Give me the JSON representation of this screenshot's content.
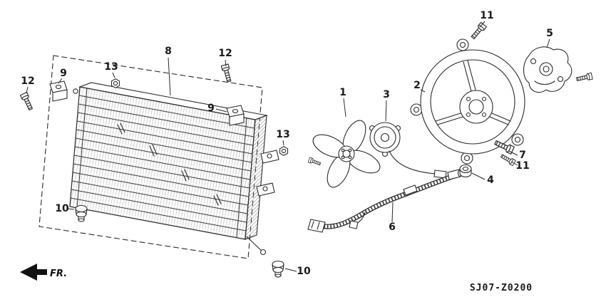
{
  "diagram": {
    "code": "SJ07-Z0200",
    "direction_label": "FR.",
    "background_color": "#ffffff",
    "line_color": "#2a2a2a"
  },
  "callouts": {
    "bolt_12_left": "12",
    "bracket_9_left": "9",
    "nut_13_left": "13",
    "condenser_8": "8",
    "bolt_12_top": "12",
    "bracket_9_right": "9",
    "nut_13_right": "13",
    "grommet_10_left": "10",
    "grommet_10_bottom": "10",
    "fan_1": "1",
    "motor_3": "3",
    "shroud_2": "2",
    "bolt_11_top": "11",
    "bracket_5": "5",
    "bolt_7": "7",
    "bolt_11_right": "11",
    "nut_4": "4",
    "harness_6": "6"
  }
}
